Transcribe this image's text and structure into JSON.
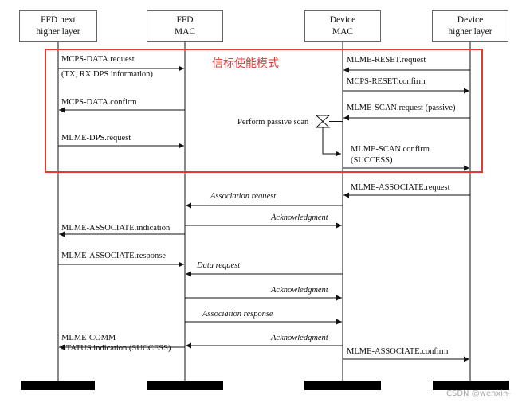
{
  "colors": {
    "line": "#111111",
    "highlight_box": "#e53935",
    "highlight_text": "#e53935",
    "watermark": "#a8a8a8"
  },
  "lifelines": [
    {
      "label_line1": "FFD next",
      "label_line2": "higher layer"
    },
    {
      "label_line1": "FFD",
      "label_line2": "MAC"
    },
    {
      "label_line1": "Device",
      "label_line2": "MAC"
    },
    {
      "label_line1": "Device",
      "label_line2": "higher layer"
    }
  ],
  "highlight": {
    "label": "信标使能模式"
  },
  "messages": [
    {
      "text": "MCPS-DATA.request",
      "text2": "(TX, RX DPS information)",
      "from": 0,
      "to": 1,
      "italic": false
    },
    {
      "text": "MCPS-DATA.confirm",
      "from": 1,
      "to": 0,
      "italic": false
    },
    {
      "text": "MLME-DPS.request",
      "from": 0,
      "to": 1,
      "italic": false
    },
    {
      "text": "MLME-RESET.request",
      "from": 3,
      "to": 2,
      "italic": false
    },
    {
      "text": "MCPS-RESET.confirm",
      "from": 2,
      "to": 3,
      "italic": false
    },
    {
      "text": "MLME-SCAN.request (passive)",
      "from": 3,
      "to": 2,
      "italic": false
    },
    {
      "text": "MLME-SCAN.confirm",
      "text2": "(SUCCESS)",
      "from": 2,
      "to": 3,
      "italic": false
    },
    {
      "text": "MLME-ASSOCIATE.request",
      "from": 3,
      "to": 2,
      "italic": false
    },
    {
      "text": "Association request",
      "from": 2,
      "to": 1,
      "italic": true
    },
    {
      "text": "Acknowledgment",
      "from": 1,
      "to": 2,
      "italic": true
    },
    {
      "text": "MLME-ASSOCIATE.indication",
      "from": 1,
      "to": 0,
      "italic": false
    },
    {
      "text": "MLME-ASSOCIATE.response",
      "from": 0,
      "to": 1,
      "italic": false
    },
    {
      "text": "Data request",
      "from": 2,
      "to": 1,
      "italic": true
    },
    {
      "text": "Acknowledgment",
      "from": 1,
      "to": 2,
      "italic": true
    },
    {
      "text": "Association response",
      "from": 1,
      "to": 2,
      "italic": true
    },
    {
      "text": "Acknowledgment",
      "from": 2,
      "to": 1,
      "italic": true
    },
    {
      "text": "MLME-COMM-",
      "text2": "STATUS.indication (SUCCESS)",
      "from": 1,
      "to": 0,
      "italic": false
    },
    {
      "text": "MLME-ASSOCIATE.confirm",
      "from": 2,
      "to": 3,
      "italic": false
    }
  ],
  "scan": {
    "label": "Perform passive scan"
  },
  "watermark": "CSDN @wenxin-"
}
